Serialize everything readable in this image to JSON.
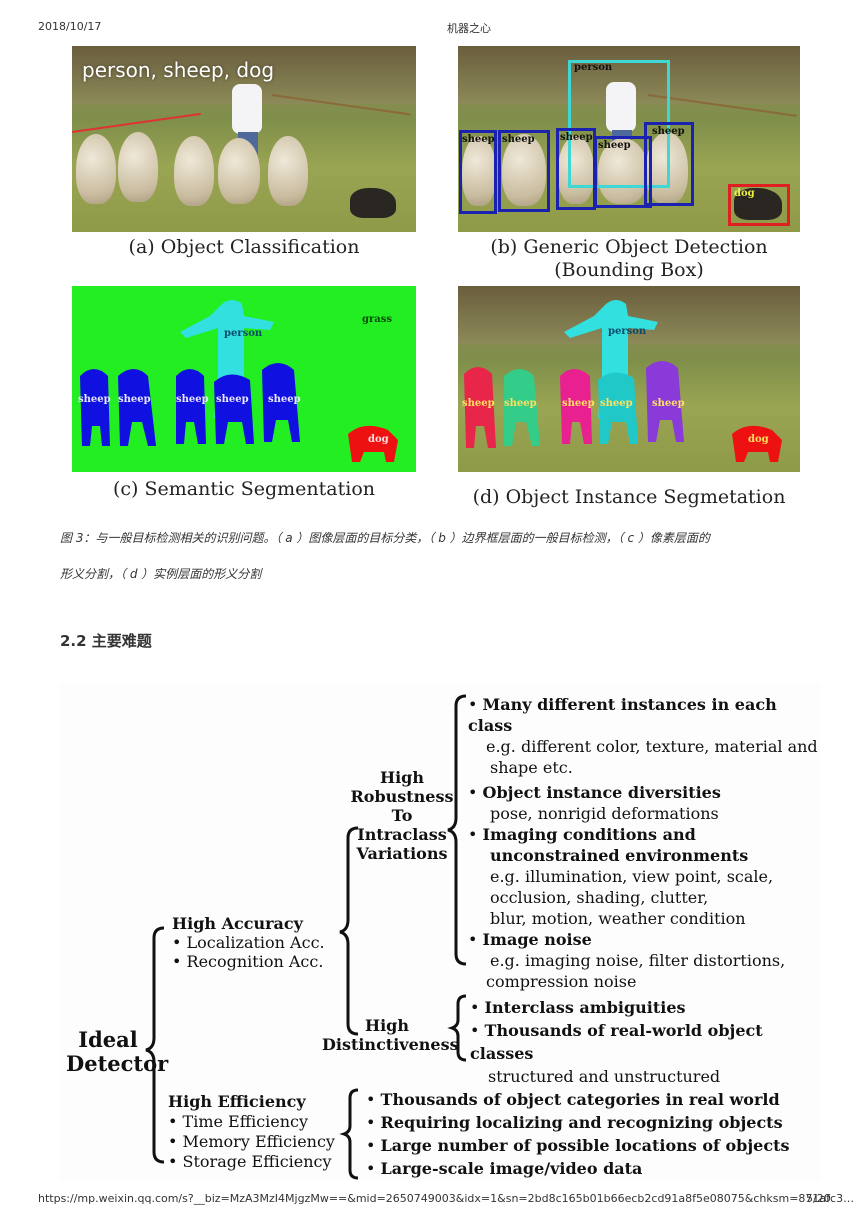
{
  "header": {
    "date": "2018/10/17",
    "site": "机器之心"
  },
  "footer": {
    "url": "https://mp.weixin.qq.com/s?__biz=MzA3MzI4MjgzMw==&mid=2650749003&idx=1&sn=2bd8c165b01b66ecb2cd91a8f5e08075&chksm=871afc3…",
    "page": "5/20"
  },
  "figure": {
    "panel_a": {
      "overlay_text": "person, sheep, dog",
      "caption": "(a) Object Classification"
    },
    "panel_b": {
      "caption_line1": "(b) Generic Object Detection",
      "caption_line2": "(Bounding Box)",
      "labels": {
        "person": "person",
        "sheep": "sheep",
        "dog": "dog"
      }
    },
    "panel_c": {
      "caption": "(c) Semantic Segmentation",
      "labels": {
        "person": "person",
        "grass": "grass",
        "sheep": "sheep",
        "dog": "dog"
      }
    },
    "panel_d": {
      "caption": "(d) Object Instance Segmetation",
      "labels": {
        "person": "person",
        "sheep": "sheep",
        "dog": "dog"
      }
    },
    "colors": {
      "bbox_person": "#3fd6d6",
      "bbox_sheep": "#1c22b0",
      "bbox_dog": "#e02020",
      "seg_bg": "#22ee22",
      "seg_sheep": "#1010e0",
      "seg_person": "#33e0e0",
      "seg_dog": "#ee1111"
    }
  },
  "figure_caption": {
    "line1": "图 3：与一般目标检测相关的识别问题。（ a ）图像层面的目标分类，（ b ）边界框层面的一般目标检测，（ c ）像素层面的",
    "line2": "形义分割，（ d ）实例层面的形义分割"
  },
  "section_title": "2.2 主要难题",
  "diagram": {
    "root": {
      "line1": "Ideal",
      "line2": "Detector"
    },
    "accuracy": {
      "title": "High Accuracy",
      "items": [
        "• Localization Acc.",
        "• Recognition Acc."
      ]
    },
    "efficiency": {
      "title": "High Efficiency",
      "items": [
        "• Time Efficiency",
        "• Memory Efficiency",
        "• Storage Efficiency"
      ]
    },
    "robustness": {
      "lines": [
        "High",
        "Robustness",
        "To",
        "Intraclass",
        "Variations"
      ]
    },
    "distinctiveness": {
      "lines": [
        "High",
        "Distinctiveness"
      ]
    },
    "robustness_points": [
      {
        "title": "Many different instances in each class",
        "detail": [
          "e.g. different color, texture, material and",
          "shape etc."
        ]
      },
      {
        "title": "Object instance diversities",
        "detail": [
          "pose, nonrigid deformations"
        ]
      },
      {
        "title": "Imaging conditions and",
        "title2": "unconstrained environments",
        "detail": [
          "e.g. illumination, view point, scale,",
          "occlusion, shading, clutter,",
          "blur, motion, weather condition"
        ]
      },
      {
        "title": "Image noise",
        "detail": [
          "e.g. imaging noise, filter distortions,",
          "compression noise"
        ]
      }
    ],
    "distinctiveness_points": [
      {
        "title": "Interclass ambiguities"
      },
      {
        "title": "Thousands of real-world object classes",
        "detail": [
          "structured and unstructured"
        ]
      }
    ],
    "efficiency_points": [
      "Thousands of object categories in real world",
      "Requiring localizing and recognizing objects",
      "Large number of possible locations of objects",
      "Large-scale image/video data"
    ]
  }
}
